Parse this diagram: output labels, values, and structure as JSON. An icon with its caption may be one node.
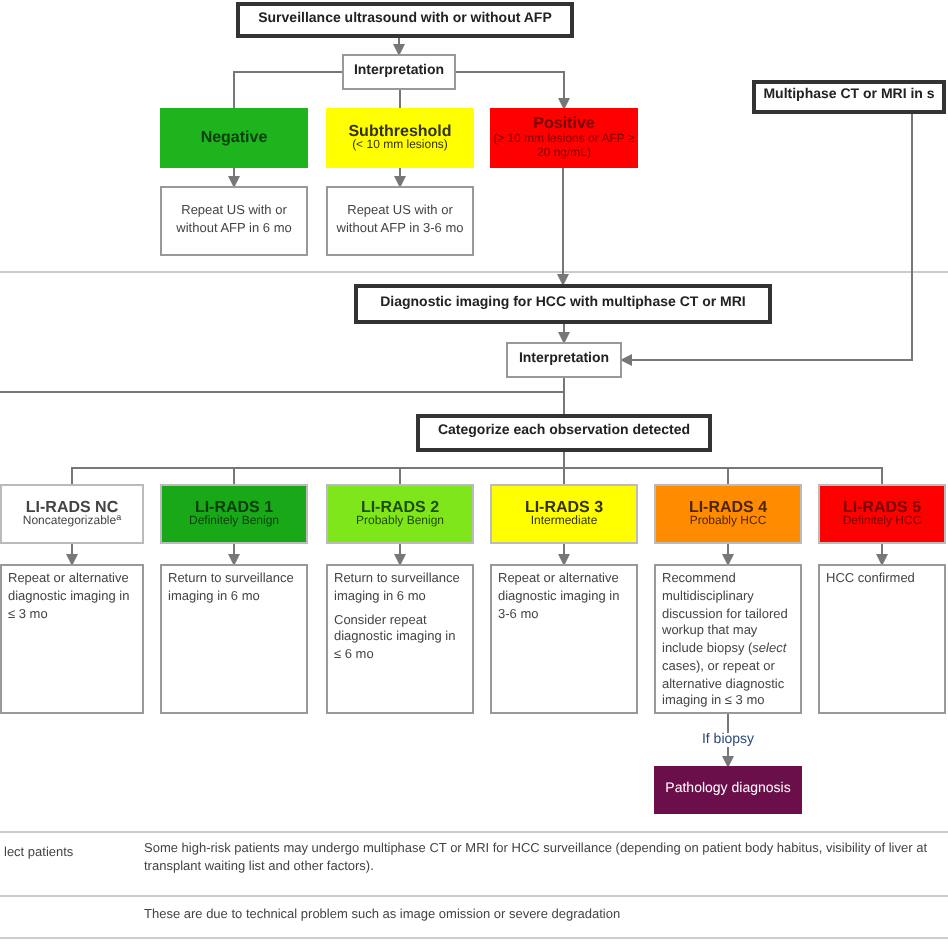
{
  "diagram": {
    "nodes": [
      {
        "text": [
          "Surveillance ultrasound with or without AFP"
        ]
      },
      {
        "text": [
          "Interpretation"
        ]
      },
      {
        "text": [
          "Negative"
        ]
      },
      {
        "text": [
          "Subthreshold",
          "(< 10 mm lesions)"
        ]
      },
      {
        "text": [
          "Positive",
          "(≥ 10 mm lesions or AFP ≥ 20 ng/mL)"
        ]
      },
      {
        "text": [
          "Repeat US with or without AFP in 6 mo"
        ]
      },
      {
        "text": [
          "Repeat US with or without AFP in 3-6 mo"
        ]
      },
      {
        "text": [
          "Multiphase CT or MRI in s"
        ]
      },
      {
        "text": [
          "Diagnostic imaging for HCC with multiphase CT or MRI"
        ]
      },
      {
        "text": [
          "Interpretation"
        ]
      },
      {
        "text": [
          "Categorize each observation detected"
        ]
      },
      {
        "text": [
          "LI-RADS NC",
          "Noncategorizable$^{a}$"
        ]
      },
      {
        "text": [
          "LI-RADS 1",
          "Definitely Benign"
        ]
      },
      {
        "text": [
          "LI-RADS 2",
          "Probably Benign"
        ]
      },
      {
        "text": [
          "LI-RADS 3",
          "Intermediate"
        ]
      },
      {
        "text": [
          "LI-RADS 4",
          "Probably HCC"
        ]
      },
      {
        "text": [
          "LI-RADS 5",
          "Definitely HCC"
        ]
      },
      {
        "text": [
          "Repeat or alternative diagnostic imaging in ≤ 3 mo"
        ]
      },
      {
        "text": [
          "Return to surveillance imaging in 6 mo"
        ]
      },
      {
        "text": [
          "Return to surveillance imaging in 6 mo",
          "Consider repeat diagnostic imaging in ≤ 6 mo"
        ]
      },
      {
        "text": [
          "Repeat or alternative diagnostic imaging in 3-6 mo"
        ]
      },
      {
        "text": [
          "Recommend multidisciplinary discussion for tailored workup that may include biopsy (*select* cases), or repeat or alternative diagnostic imaging in ≤ 3 mo"
        ]
      },
      {
        "text": [
          "HCC confirmed"
        ]
      },
      {
        "text": [
          "Pathology diagnosis"
        ]
      }
    ],
    "edges": [
      {
        "from": 0,
        "to": 1,
        "arrow": "to"
      },
      {
        "from": 1,
        "to": 2,
        "arrow": "none"
      },
      {
        "from": 1,
        "to": 3,
        "arrow": "none"
      },
      {
        "from": 1,
        "to": 4,
        "arrow": "to"
      },
      {
        "from": 2,
        "to": 5,
        "arrow": "to"
      },
      {
        "from": 3,
        "to": 6,
        "arrow": "to"
      },
      {
        "from": 4,
        "to": 8,
        "arrow": "to"
      },
      {
        "from": 7,
        "to": 9,
        "arrow": "to"
      },
      {
        "from": 8,
        "to": 9,
        "arrow": "to"
      },
      {
        "from": 9,
        "to": 10,
        "arrow": "none"
      },
      {
        "from": null,
        "to": 10,
        "arrow": "none"
      },
      {
        "from": 10,
        "to": 11,
        "arrow": "none"
      },
      {
        "from": 10,
        "to": 12,
        "arrow": "none"
      },
      {
        "from": 10,
        "to": 13,
        "arrow": "none"
      },
      {
        "from": 10,
        "to": 14,
        "arrow": "none"
      },
      {
        "from": 10,
        "to": 15,
        "arrow": "none"
      },
      {
        "from": 10,
        "to": 16,
        "arrow": "none"
      },
      {
        "from": 11,
        "to": 17,
        "arrow": "to"
      },
      {
        "from": 12,
        "to": 18,
        "arrow": "to"
      },
      {
        "from": 13,
        "to": 19,
        "arrow": "to"
      },
      {
        "from": 14,
        "to": 20,
        "arrow": "to"
      },
      {
        "from": 15,
        "to": 21,
        "arrow": "to"
      },
      {
        "from": 16,
        "to": 22,
        "arrow": "to"
      },
      {
        "from": 21,
        "to": 23,
        "arrow": "to",
        "label": "If biopsy"
      }
    ],
    "labels": [
      "lect patients",
      "Some high-risk patients may undergo multiphase CT or MRI for HCC surveillance (depending on patient body habitus, visibility of liver at transplant waiting list and other factors).",
      "These are due to technical problem such as image omission or severe degradation"
    ]
  }
}
